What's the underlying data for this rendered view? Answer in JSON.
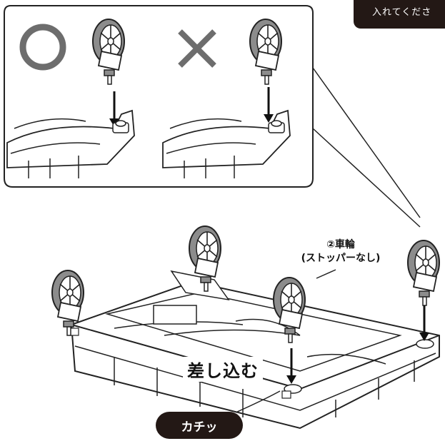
{
  "hint_text": "入れてくださ",
  "correct_mark": "○",
  "wrong_mark": "×",
  "wheel_label_line1": "②車輪",
  "wheel_label_line2": "(ストッパーなし)",
  "insert_label": "差し込む",
  "click_label": "カチッ",
  "colors": {
    "ink": "#231815",
    "wheel_gray": "#8c8c8c",
    "mark_gray": "#6d6d6d",
    "line": "#222222"
  },
  "icons": [
    "caster-wheel-icon",
    "down-arrow-icon",
    "circle-mark-icon",
    "cross-mark-icon"
  ]
}
